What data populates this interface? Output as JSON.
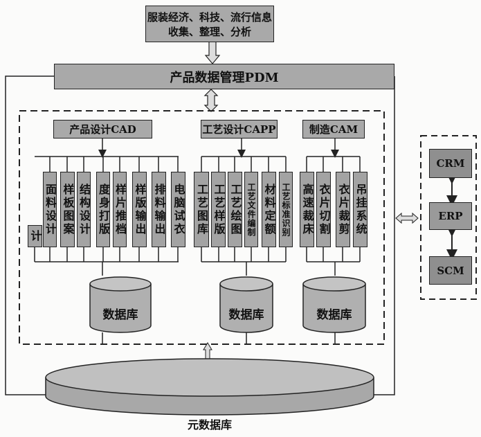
{
  "top_box": {
    "line1": "服装经济、科技、流行信息",
    "line2": "收集、整理、分析"
  },
  "pdm": "产品数据管理PDM",
  "cad": {
    "title": "产品设计CAD",
    "items": [
      "计",
      "面料设计",
      "样板图案",
      "结构设计",
      "度身打版",
      "样片推档",
      "样版输出",
      "排料输出",
      "电脑试衣"
    ],
    "db": "数据库"
  },
  "capp": {
    "title": "工艺设计CAPP",
    "items": [
      "工艺图库",
      "工艺样版",
      "工艺绘图",
      "工艺文件编制",
      "材料定额",
      "工艺标准识别"
    ],
    "db": "数据库"
  },
  "cam": {
    "title": "制造CAM",
    "items": [
      "高速裁床",
      "衣片切割",
      "衣片裁剪",
      "吊挂系统"
    ],
    "db": "数据库"
  },
  "enterprise": {
    "crm": "CRM",
    "erp": "ERP",
    "scm": "SCM"
  },
  "meta_db": "元数据库"
}
